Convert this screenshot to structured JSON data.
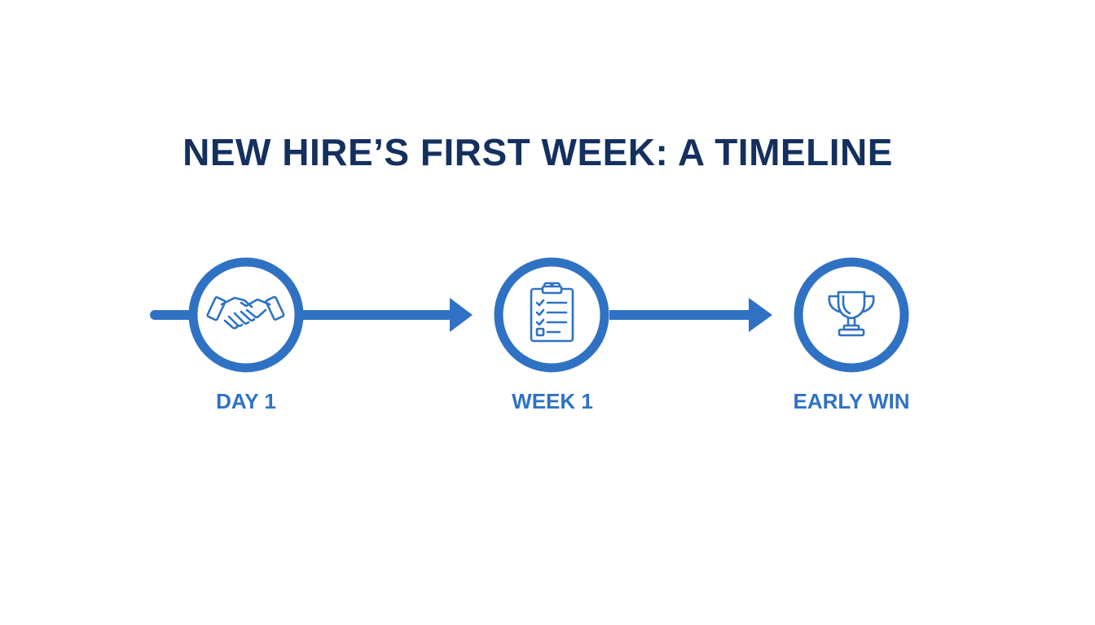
{
  "title": "NEW HIRE’S FIRST WEEK: A TIMELINE",
  "colors": {
    "title": "#14305e",
    "accent": "#2f72c4",
    "background": "#ffffff"
  },
  "steps": [
    {
      "label": "DAY 1",
      "icon": "handshake-icon"
    },
    {
      "label": "WEEK 1",
      "icon": "clipboard-checklist-icon"
    },
    {
      "label": "EARLY WIN",
      "icon": "trophy-icon"
    }
  ]
}
